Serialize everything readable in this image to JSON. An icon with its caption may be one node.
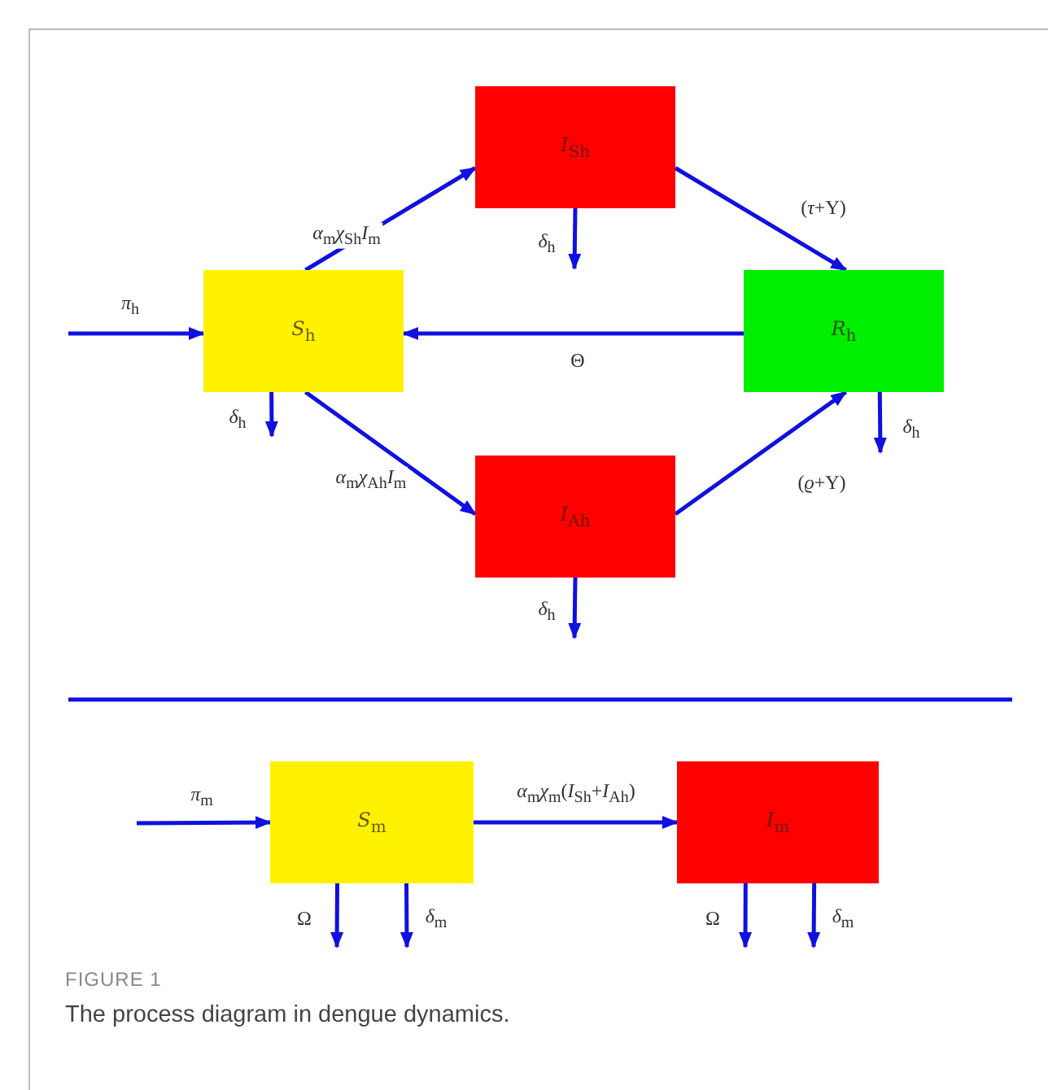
{
  "diagram": {
    "caption": "The process diagram in dengue dynamics.",
    "nodes": [
      {
        "text": [
          "*S*$_{h}$"
        ]
      },
      {
        "text": [
          "*I*$_{Sh}$"
        ]
      },
      {
        "text": [
          "*R*$_{h}$"
        ]
      },
      {
        "text": [
          "*I*$_{Ah}$"
        ]
      },
      {
        "text": [
          "*S*$_{m}$"
        ]
      },
      {
        "text": [
          "*I*$_{m}$"
        ]
      }
    ],
    "edges": [
      {
        "from": null,
        "to": 0,
        "arrow": "to",
        "label": "*π*$_{h}$"
      },
      {
        "from": 0,
        "to": 1,
        "arrow": "to",
        "label": "*α*$_{m}$*χ*$_{Sh}$*I*$_{m}$"
      },
      {
        "from": 1,
        "to": 2,
        "arrow": "to",
        "label": "(*τ*+Υ)"
      },
      {
        "from": 2,
        "to": 0,
        "arrow": "to",
        "label": "Θ"
      },
      {
        "from": 0,
        "to": 3,
        "arrow": "to",
        "label": "*α*$_{m}$*χ*$_{Ah}$*I*$_{m}$"
      },
      {
        "from": 3,
        "to": 2,
        "arrow": "to",
        "label": "(*ϱ*+Υ)"
      },
      {
        "from": 0,
        "to": null,
        "arrow": "to",
        "label": "*δ*$_{h}$"
      },
      {
        "from": 1,
        "to": null,
        "arrow": "to",
        "label": "*δ*$_{h}$"
      },
      {
        "from": 2,
        "to": null,
        "arrow": "to",
        "label": "*δ*$_{h}$"
      },
      {
        "from": 3,
        "to": null,
        "arrow": "to",
        "label": "*δ*$_{h}$"
      },
      {
        "from": null,
        "to": 4,
        "arrow": "to",
        "label": "*π*$_{m}$"
      },
      {
        "from": 4,
        "to": 5,
        "arrow": "to",
        "label": "*α*$_{m}$*χ*$_{m}$(*I*$_{Sh}$+*I*$_{Ah}$)"
      },
      {
        "from": 4,
        "to": null,
        "arrow": "to",
        "label": "Ω"
      },
      {
        "from": 4,
        "to": null,
        "arrow": "to",
        "label": "*δ*$_{m}$"
      },
      {
        "from": 5,
        "to": null,
        "arrow": "to",
        "label": "Ω"
      },
      {
        "from": 5,
        "to": null,
        "arrow": "to",
        "label": "*δ*$_{m}$"
      }
    ],
    "labels": [
      "FIGURE 1"
    ]
  }
}
